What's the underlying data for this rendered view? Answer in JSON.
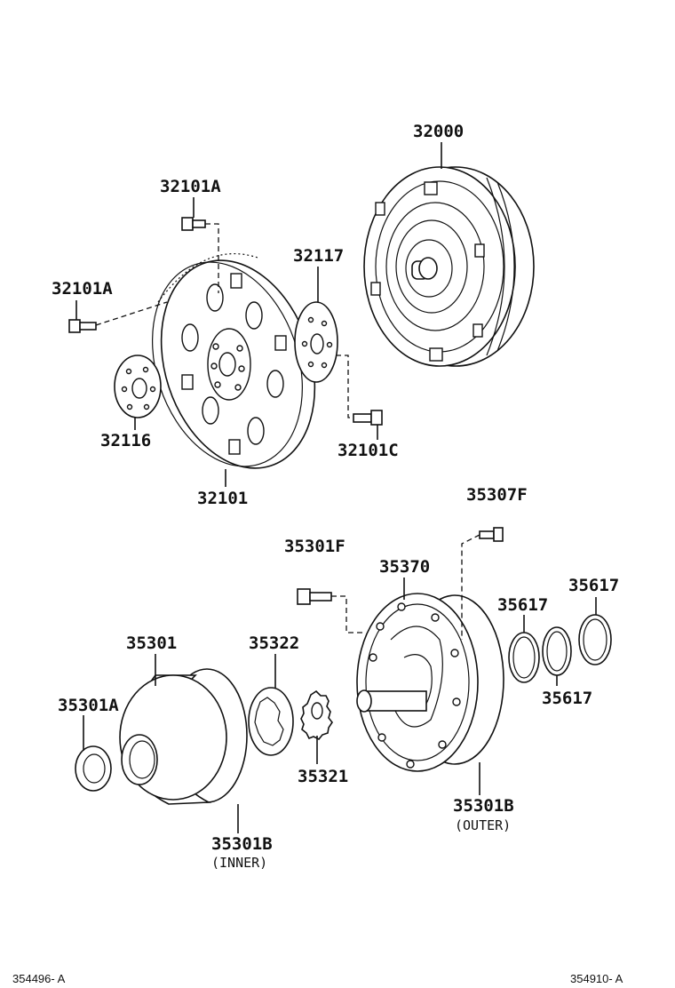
{
  "labels": {
    "p32000": "32000",
    "p32101A_top": "32101A",
    "p32101A_left": "32101A",
    "p32117": "32117",
    "p32116": "32116",
    "p32101C": "32101C",
    "p32101": "32101",
    "p35307F": "35307F",
    "p35301F": "35301F",
    "p35370": "35370",
    "p35617_a": "35617",
    "p35617_b": "35617",
    "p35617_c": "35617",
    "p35301": "35301",
    "p35322": "35322",
    "p35301A": "35301A",
    "p35321": "35321",
    "p35301B_outer": "35301B",
    "p35301B_inner": "35301B"
  },
  "notes": {
    "outer": "(OUTER)",
    "inner": "(INNER)"
  },
  "footer": {
    "left_code": "354496- A",
    "right_code": "354910- A"
  }
}
